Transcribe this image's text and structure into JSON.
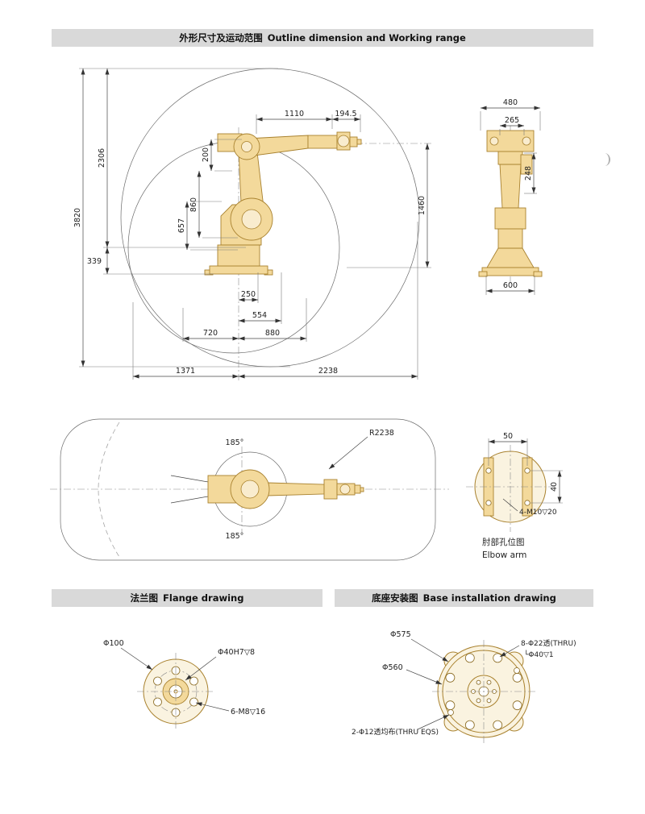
{
  "colors": {
    "header_bg": "#d9d9d9",
    "header_text": "#111111",
    "drawing_line": "#555555",
    "robot_fill": "#f3d99b",
    "robot_stroke": "#a9822f"
  },
  "headers": {
    "outline": {
      "zh": "外形尺寸及运动范围",
      "en": "Outline dimension and Working range"
    },
    "flange": {
      "zh": "法兰图",
      "en": "Flange drawing"
    },
    "base": {
      "zh": "底座安装图",
      "en": "Base installation drawing"
    }
  },
  "side_view": {
    "dim_1110": "1110",
    "dim_194_5": "194.5",
    "dim_200": "200",
    "dim_860": "860",
    "dim_657": "657",
    "dim_2306": "2306",
    "dim_339": "339",
    "dim_3820": "3820",
    "dim_1460": "1460",
    "dim_250": "250",
    "dim_554": "554",
    "dim_720": "720",
    "dim_880": "880",
    "dim_1371": "1371",
    "dim_2238": "2238"
  },
  "front_view": {
    "dim_480": "480",
    "dim_265": "265",
    "dim_248": "248",
    "dim_600": "600"
  },
  "top_view": {
    "angle_upper": "185°",
    "angle_lower": "185°",
    "radius": "R2238"
  },
  "elbow_view": {
    "dim_50": "50",
    "dim_40": "40",
    "callout": "4-M10▽20",
    "caption_zh": "肘部孔位图",
    "caption_en": "Elbow arm"
  },
  "flange_view": {
    "dia_outer": "Φ100",
    "dia_center": "Φ40H7▽8",
    "bolt_callout": "6-M8▽16"
  },
  "base_view": {
    "dia_outer": "Φ575",
    "dia_inner": "Φ560",
    "bolt_callout_line1": "8-Φ22透(THRU)",
    "bolt_callout_line2": "└Φ40▽1",
    "pin_callout": "2-Φ12透均布(THRU EQS)"
  }
}
